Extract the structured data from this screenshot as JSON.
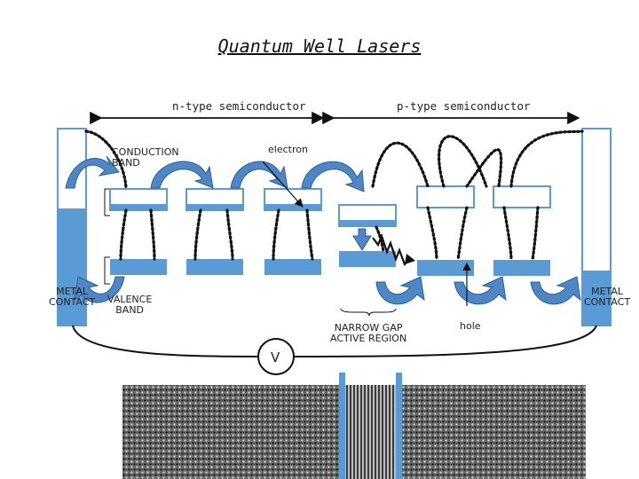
{
  "title": "Quantum Well Lasers",
  "labels": {
    "n_type": "n-type semiconductor",
    "p_type": "p-type semiconductor",
    "conduction_band": "CONDUCTION\nBAND",
    "valence_band": "VALENCE\nBAND",
    "electron": "electron",
    "hole": "hole",
    "metal_contact_left": "METAL\nCONTACT",
    "metal_contact_right": "METAL\nCONTACT",
    "active_region": "NARROW GAP\nACTIVE REGION",
    "voltage": "V"
  },
  "colors": {
    "band_fill": "#5b9bd5",
    "band_light": "#dde8f5",
    "arrow_fill": "#4f86c6",
    "arrow_dark": "#2e5f94",
    "line": "#111111"
  }
}
